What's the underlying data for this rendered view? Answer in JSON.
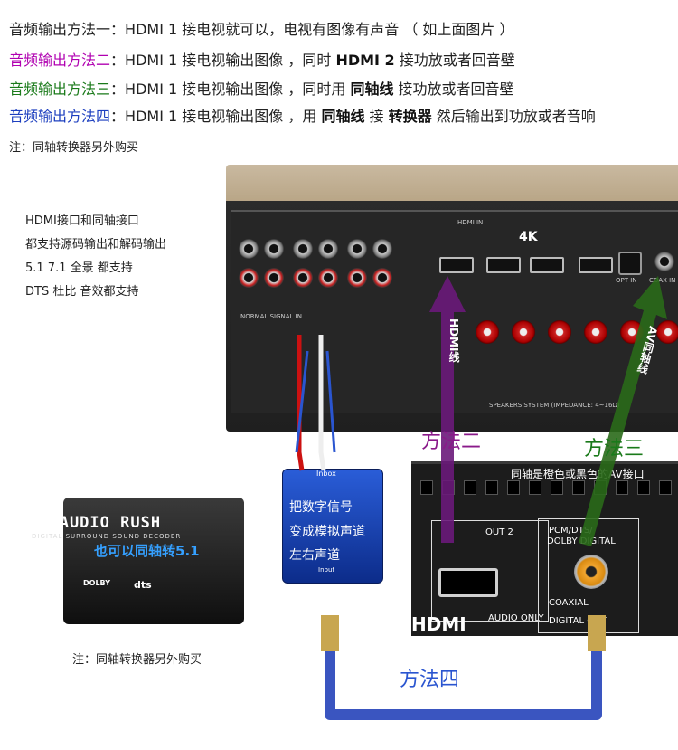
{
  "header": {
    "line1": {
      "label": "音频输出方法一",
      "sep": "：",
      "text": "HDMI 1 接电视就可以，电视有图像有声音 （ 如上面图片 ）"
    },
    "line2": {
      "label": "音频输出方法二",
      "sep": "：",
      "pre": "HDMI 1 接电视输出图像 ，同时 ",
      "bold": "HDMI 2",
      "post": " 接功放或者回音壁"
    },
    "line3": {
      "label": "音频输出方法三",
      "sep": "：",
      "pre": "HDMI 1 接电视输出图像 ，同时用 ",
      "bold": "同轴线",
      "post": " 接功放或者回音壁"
    },
    "line4": {
      "label": "音频输出方法四",
      "sep": "：",
      "pre": "HDMI 1 接电视输出图像 ，用 ",
      "bold1": "同轴线",
      "mid": " 接 ",
      "bold2": "转换器",
      "post": " 然后输出到功放或者音响"
    },
    "note": "注：同轴转换器另外购买"
  },
  "description": {
    "line1": "HDMI接口和同轴接口",
    "line2": "都支持源码输出和解码输出",
    "line3": "5.1 7.1 全景 都支持",
    "line4": "DTS 杜比 音效都支持"
  },
  "receiver": {
    "hdmi_label": "HDMI IN",
    "brand_4k": "4K",
    "opt_label": "OPT IN",
    "coax_label": "COAX IN",
    "normal_signal": "NORMAL SIGNAL IN",
    "speakers_label": "SPEAKERS SYSTEM (IMPEDANCE: 4~16Ω)"
  },
  "cables": {
    "hdmi_cable": "HDMI线",
    "av_cable": "AV同轴线"
  },
  "methods": {
    "method2": "方法二",
    "method3": "方法三",
    "method4": "方法四"
  },
  "device2": {
    "caption": "同轴是橙色或黑色的AV接口",
    "out2": "OUT 2",
    "pcm": "PCM/DTS/",
    "dolby": "DOLBY DIGITAL",
    "coaxial": "COAXIAL",
    "digital_out": "DIGITAL OUT",
    "audio_only": "AUDIO ONLY",
    "hdmi_logo": "HDMI"
  },
  "decoder": {
    "title": "HD AUDIO RUSH",
    "subtitle": "DIGITAL SURROUND SOUND DECODER",
    "overlay": "也可以同轴转5.1",
    "dolby": "DOLBY",
    "dts": "dts"
  },
  "converter": {
    "top_label": "Inbox",
    "line1": "把数字信号",
    "line2": "变成模拟声道",
    "line3": "左右声道",
    "input_label": "Input"
  },
  "bottom_note": "注：同轴转换器另外购买",
  "colors": {
    "line2_label": "#b000b0",
    "line3_label": "#1a7a1a",
    "line4_label": "#1d3fbf",
    "method2": "#8a1a8a",
    "method3": "#1a7a1a",
    "method4": "#2a55d0",
    "hdmi_arrow": "#6a1a7a",
    "av_arrow": "#2a6a1a"
  }
}
